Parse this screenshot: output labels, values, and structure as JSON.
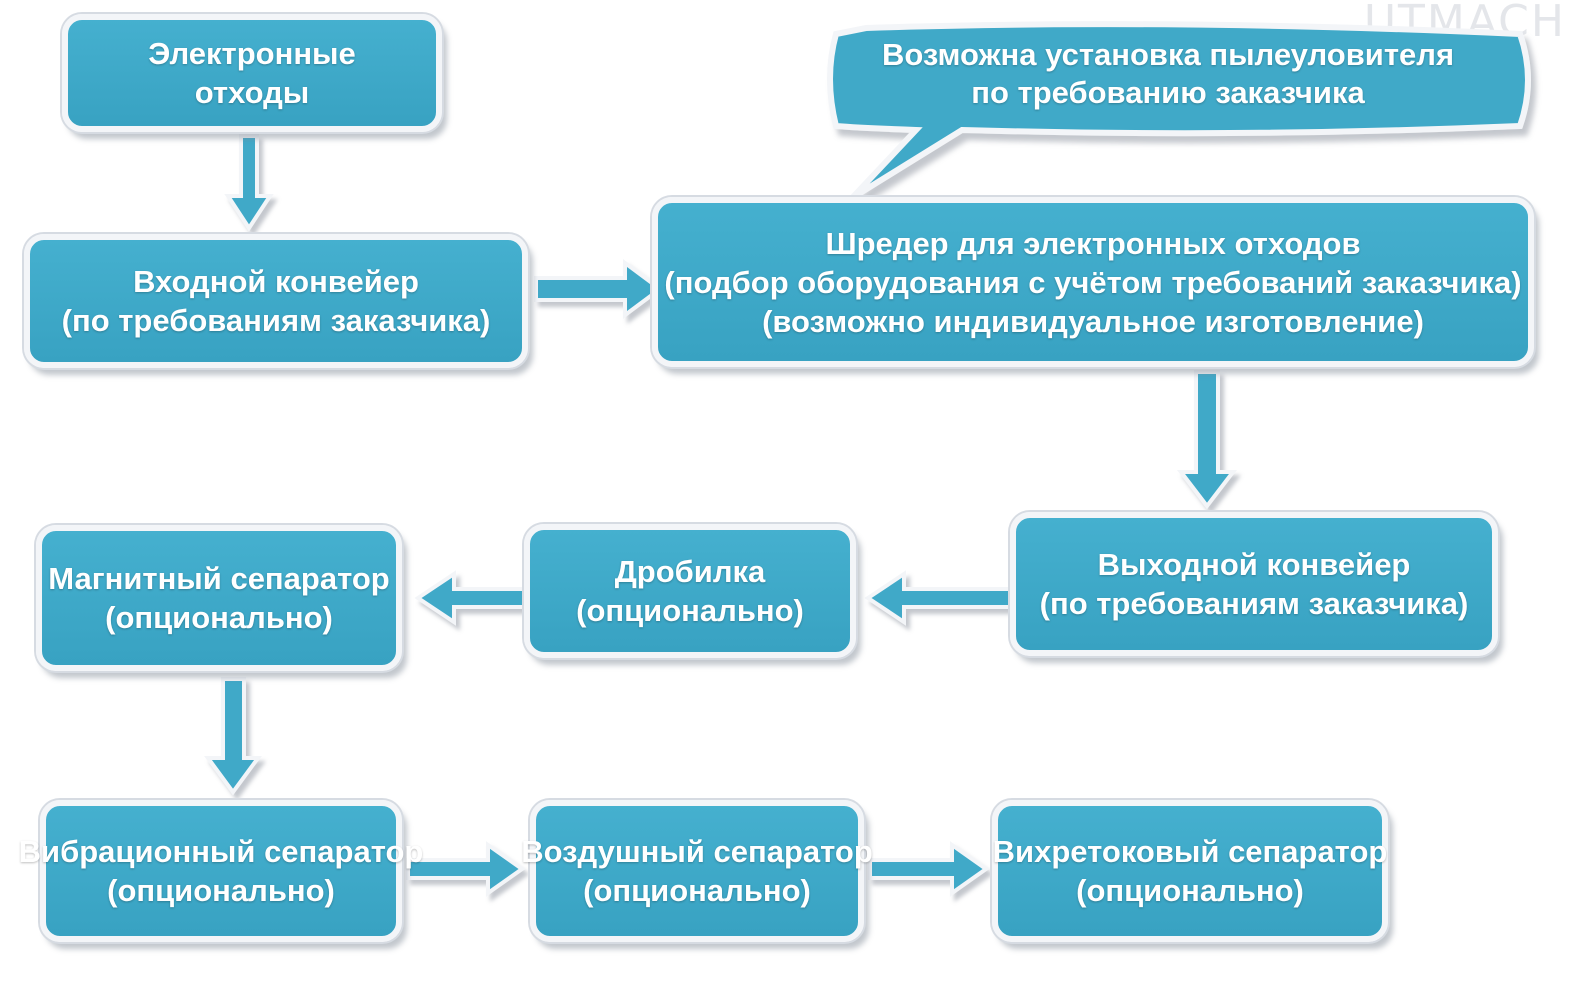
{
  "watermark": "UTMACH",
  "colors": {
    "box_fill": "#3fa9c8",
    "box_border": "#f3f5f8",
    "arrow_fill": "#3fa9c8",
    "text": "#ffffff"
  },
  "nodes": {
    "electronic_waste": {
      "line1": "Электронные",
      "line2": "отходы"
    },
    "input_conveyor": {
      "line1": "Входной конвейер",
      "line2": "(по требованиям заказчика)"
    },
    "shredder": {
      "line1": "Шредер для электронных отходов",
      "line2": "(подбор оборудования с учётом требований заказчика)",
      "line3": "(возможно индивидуальное изготовление)"
    },
    "output_conveyor": {
      "line1": "Выходной конвейер",
      "line2": "(по требованиям заказчика)"
    },
    "crusher": {
      "line1": "Дробилка",
      "line2": "(опционально)"
    },
    "magnetic_separator": {
      "line1": "Магнитный сепаратор",
      "line2": "(опционально)"
    },
    "vibration_separator": {
      "line1": "Вибрационный сепаратор",
      "line2": "(опционально)"
    },
    "air_separator": {
      "line1": "Воздушный сепаратор",
      "line2": "(опционально)"
    },
    "eddy_current_separator": {
      "line1": "Вихретоковый сепаратор",
      "line2": "(опционально)"
    }
  },
  "callout": {
    "line1": "Возможна установка пылеуловителя",
    "line2": "по требованию заказчика"
  },
  "arrows": [
    {
      "from": "electronic_waste",
      "to": "input_conveyor",
      "direction": "down"
    },
    {
      "from": "input_conveyor",
      "to": "shredder",
      "direction": "right"
    },
    {
      "from": "shredder",
      "to": "output_conveyor",
      "direction": "down"
    },
    {
      "from": "output_conveyor",
      "to": "crusher",
      "direction": "left"
    },
    {
      "from": "crusher",
      "to": "magnetic_separator",
      "direction": "left"
    },
    {
      "from": "magnetic_separator",
      "to": "vibration_separator",
      "direction": "down"
    },
    {
      "from": "vibration_separator",
      "to": "air_separator",
      "direction": "right"
    },
    {
      "from": "air_separator",
      "to": "eddy_current_separator",
      "direction": "right"
    }
  ]
}
